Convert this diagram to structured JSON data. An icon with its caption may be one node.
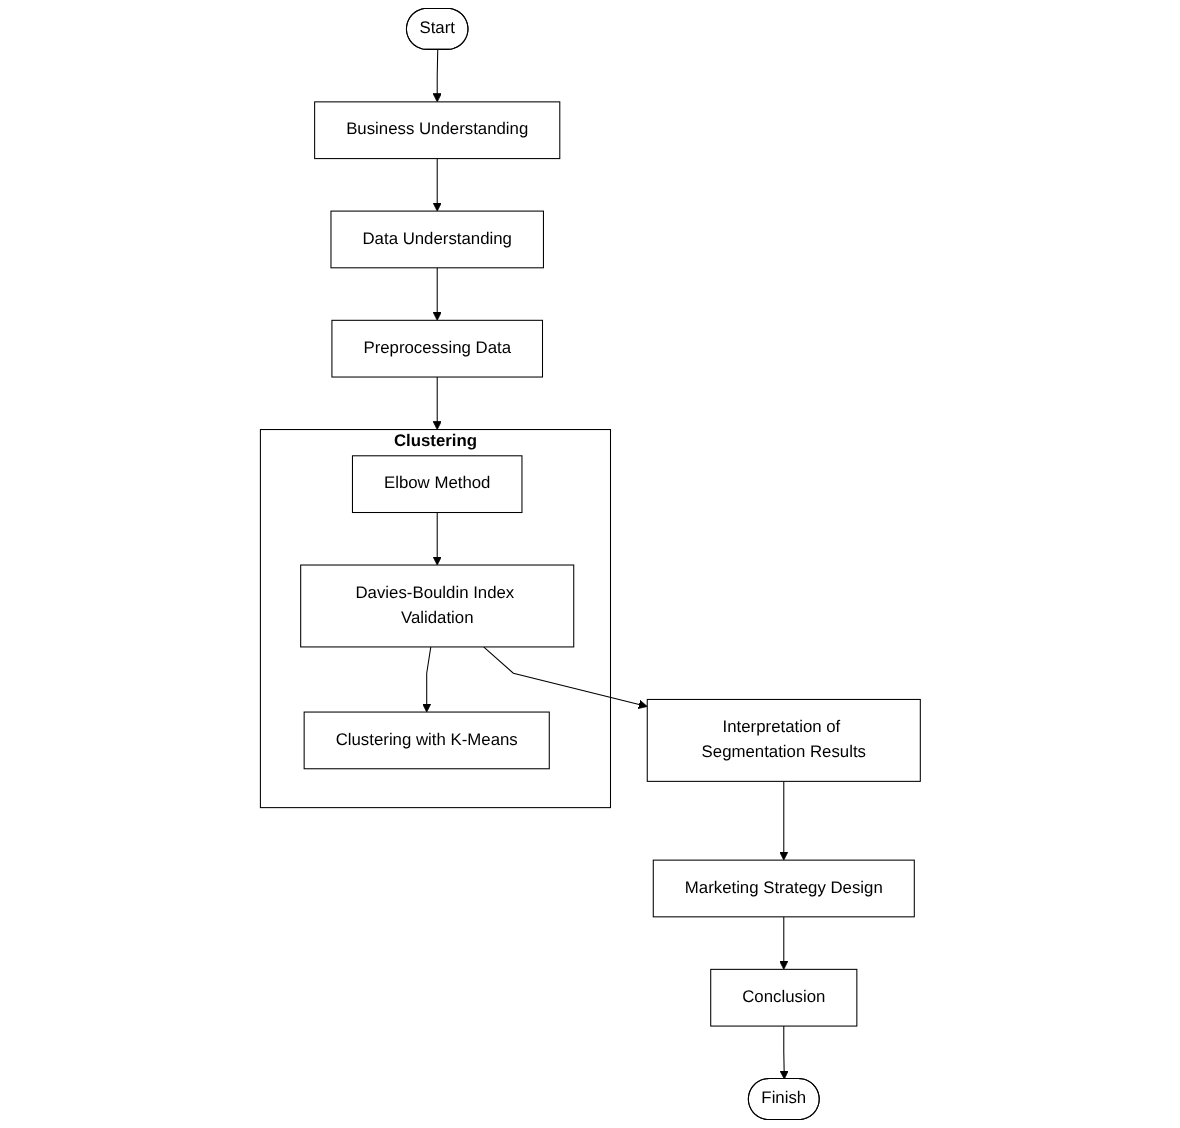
{
  "diagram": {
    "nodes": [
      {
        "text": [
          "Start"
        ]
      },
      {
        "text": [
          "Business Understanding"
        ]
      },
      {
        "text": [
          "Data Understanding"
        ]
      },
      {
        "text": [
          "Preprocessing Data"
        ]
      },
      {
        "text": [
          "Clustering"
        ]
      },
      {
        "text": [
          "Elbow Method"
        ],
        "in": 4
      },
      {
        "text": [
          "Davies-Bouldin Index Validation"
        ],
        "in": 4
      },
      {
        "text": [
          "Clustering with K-Means"
        ],
        "in": 4
      },
      {
        "text": [
          "Interpretation of Segmentation Results"
        ]
      },
      {
        "text": [
          "Marketing Strategy Design"
        ]
      },
      {
        "text": [
          "Conclusion"
        ]
      },
      {
        "text": [
          "Finish"
        ]
      }
    ],
    "edges": [
      {
        "from": 0,
        "to": 1,
        "arrow": "to"
      },
      {
        "from": 1,
        "to": 2,
        "arrow": "to"
      },
      {
        "from": 2,
        "to": 3,
        "arrow": "to"
      },
      {
        "from": 3,
        "to": 4,
        "arrow": "to"
      },
      {
        "from": 5,
        "to": 6,
        "arrow": "to"
      },
      {
        "from": 6,
        "to": 7,
        "arrow": "to"
      },
      {
        "from": 6,
        "to": 8,
        "arrow": "to"
      },
      {
        "from": 8,
        "to": 9,
        "arrow": "to"
      },
      {
        "from": 9,
        "to": 10,
        "arrow": "to"
      },
      {
        "from": 10,
        "to": 11,
        "arrow": "to"
      }
    ]
  }
}
